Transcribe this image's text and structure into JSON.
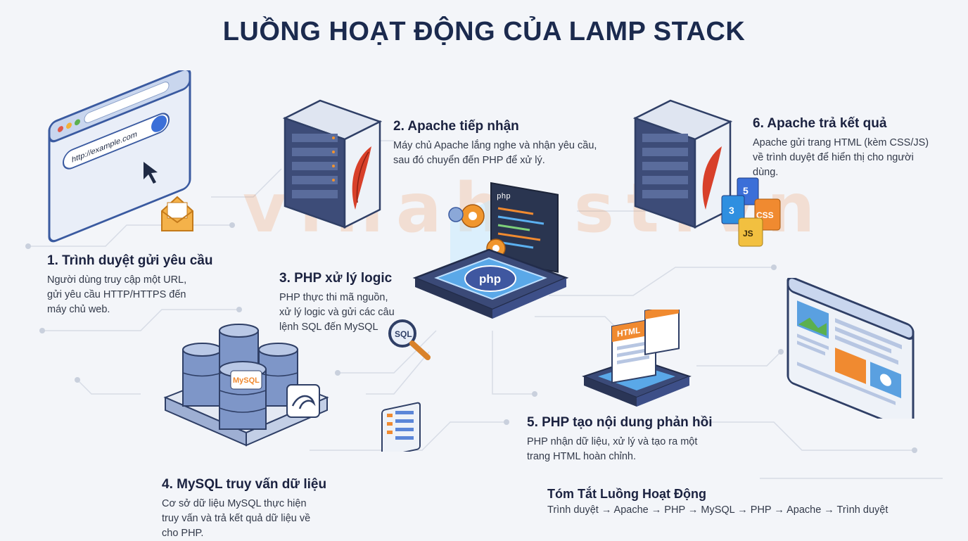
{
  "title": "LUỒNG HOẠT ĐỘNG CỦA LAMP STACK",
  "watermark": "vinahost.vn",
  "steps": [
    {
      "heading": "1. Trình duyệt gửi yêu cầu",
      "lines": [
        "Người dùng truy cập một URL,",
        "gửi yêu cầu HTTP/HTTPS đến",
        "máy chủ web."
      ]
    },
    {
      "heading": "2. Apache tiếp nhận",
      "lines": [
        "Máy chủ Apache lắng nghe và nhận yêu cầu,",
        "sau đó chuyển đến PHP để xử lý."
      ]
    },
    {
      "heading": "3. PHP xử lý logic",
      "lines": [
        "PHP thực thi mã nguồn,",
        "xử lý logic và gửi các câu",
        "lệnh SQL đến MySQL"
      ]
    },
    {
      "heading": "4. MySQL truy vấn dữ liệu",
      "lines": [
        "Cơ sở dữ liệu MySQL thực hiện",
        "truy vấn và trả kết quả dữ liệu về",
        "cho PHP."
      ]
    },
    {
      "heading": "5. PHP tạo nội dung phản hồi",
      "lines": [
        "PHP nhận dữ liệu, xử lý và tạo ra một",
        "trang HTML hoàn chỉnh."
      ]
    },
    {
      "heading": "6. Apache trả kết quả",
      "lines": [
        "Apache gửi trang HTML (kèm CSS/JS)",
        "về trình duyệt để hiển thị cho người",
        "dùng."
      ]
    }
  ],
  "summary": {
    "heading": "Tóm Tắt Luồng Hoạt Động",
    "flow": "Trình duyệt → Apache → PHP → MySQL → PHP → Apache → Trình duyệt"
  },
  "labels": {
    "url": "http://example.com",
    "php_chip": "php",
    "php_code": "php",
    "sql": "SQL",
    "mysql": "MySQL",
    "html": "HTML",
    "css": "CSS",
    "js": "JS"
  },
  "colors": {
    "title": "#1b2a4e",
    "accent_blue": "#3b6fd8",
    "apache_red": "#d8402a",
    "orange": "#f08a30"
  }
}
